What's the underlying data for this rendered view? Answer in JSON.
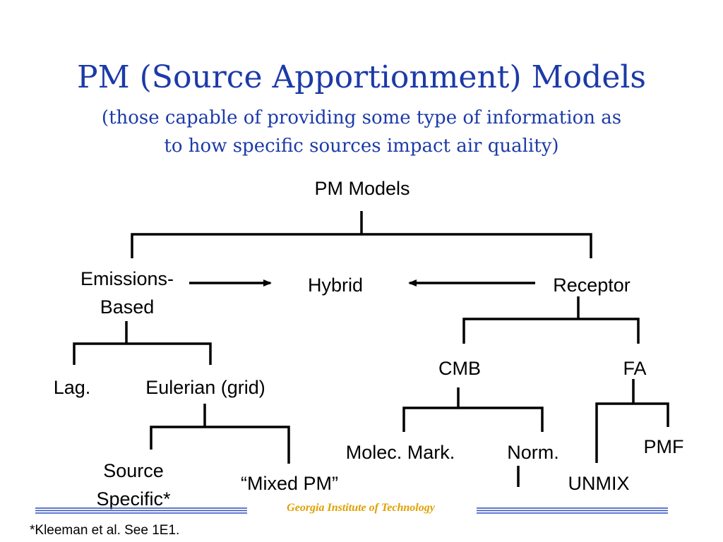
{
  "slide": {
    "title": "PM (Source Apportionment) Models",
    "subtitle_line1": "(those capable of providing some type of information as",
    "subtitle_line2": "to how specific sources impact air quality)"
  },
  "tree": {
    "root": "PM Models",
    "emissions_line1": "Emissions-",
    "emissions_line2": "Based",
    "hybrid": "Hybrid",
    "receptor": "Receptor",
    "lag": "Lag.",
    "eulerian": "Eulerian (grid)",
    "source_specific_line1": "Source",
    "source_specific_line2": "Specific*",
    "mixed_pm": "“Mixed PM”",
    "cmb": "CMB",
    "fa": "FA",
    "molec_mark": "Molec. Mark.",
    "norm": "Norm.",
    "pmf": "PMF",
    "unmix": "UNMIX"
  },
  "footer": {
    "institution": "Georgia Institute of Technology",
    "footnote": "*Kleeman et al.  See 1E1."
  },
  "colors": {
    "title": "#1c3aa8",
    "footer_lines": "#2f4fbf",
    "footer_text": "#e0a000",
    "diagram_lines": "#000000"
  }
}
